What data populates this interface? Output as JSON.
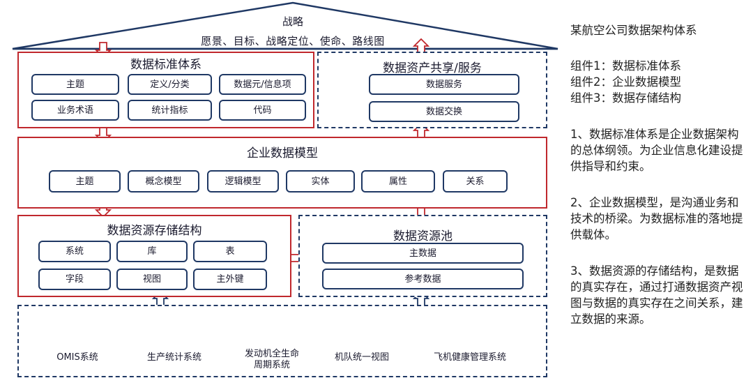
{
  "roof": {
    "title": "战略",
    "subtitle": "愿景、目标、战略定位、使命、路线图"
  },
  "standards": {
    "title": "数据标准体系",
    "items": [
      "主题",
      "定义/分类",
      "数据元/信息项",
      "业务术语",
      "统计指标",
      "代码"
    ]
  },
  "sharing": {
    "title": "数据资产共享/服务",
    "items": [
      "数据服务",
      "数据交换"
    ]
  },
  "model": {
    "title": "企业数据模型",
    "items": [
      "主题",
      "概念模型",
      "逻辑模型",
      "实体",
      "属性",
      "关系"
    ]
  },
  "storage": {
    "title": "数据资源存储结构",
    "items": [
      "系统",
      "库",
      "表",
      "字段",
      "视图",
      "主外键"
    ]
  },
  "pool": {
    "title": "数据资源池",
    "items": [
      "主数据",
      "参考数据"
    ]
  },
  "sources": {
    "items": [
      {
        "line1": "OMIS系统",
        "line2": ""
      },
      {
        "line1": "生产统计系统",
        "line2": ""
      },
      {
        "line1": "发动机全生命",
        "line2": "周期系统"
      },
      {
        "line1": "机队统一视图",
        "line2": ""
      },
      {
        "line1": "飞机健康管理系统",
        "line2": ""
      }
    ]
  },
  "side": {
    "title": "某航空公司数据架构体系",
    "components": [
      "组件1：数据标准体系",
      "组件2：企业数据模型",
      "组件3：数据存储结构"
    ],
    "notes": [
      "1、数据标准体系是企业数据架构的总体纲领。为企业信息化建设提供指导和约束。",
      "2、企业数据模型，是沟通业务和技术的桥梁。为数据标准的落地提供载体。",
      "3、数据资源的存储结构，是数据的真实存在，通过打通数据资产视图与数据的真实存在之间关系，建立数据的来源。"
    ]
  },
  "colors": {
    "red": "#c0282d",
    "navy": "#1f3864"
  },
  "icons": [
    "arrow-down-icon",
    "arrow-up-icon",
    "arrow-right-icon",
    "database-icon"
  ]
}
